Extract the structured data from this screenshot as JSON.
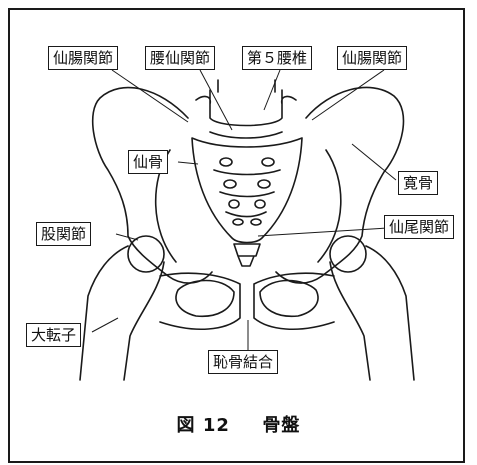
{
  "labels": {
    "sacroiliac_left": "仙腸関節",
    "lumbosacral": "腰仙関節",
    "l5": "第５腰椎",
    "sacroiliac_right": "仙腸関節",
    "sacrum": "仙骨",
    "ilium": "寛骨",
    "hip_joint": "股関節",
    "sacrococcygeal": "仙尾関節",
    "trochanter": "大転子",
    "pubic_symphysis": "恥骨結合"
  },
  "caption": {
    "figure_number": "図 12",
    "title": "骨盤"
  }
}
